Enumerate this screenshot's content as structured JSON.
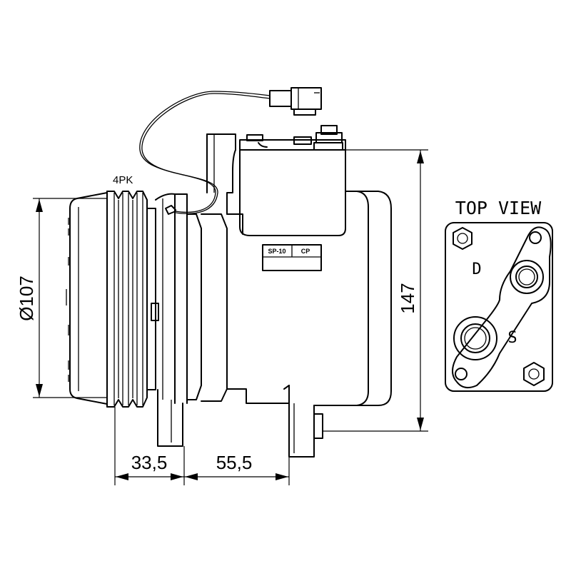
{
  "drawing": {
    "pulley_label": "4PK",
    "nameplate": {
      "model": "SP-10",
      "type": "CP"
    },
    "top_view": {
      "title": "TOP VIEW",
      "discharge_label": "D",
      "suction_label": "S"
    },
    "dimensions": {
      "pulley_diameter": "Ø107",
      "height": "147",
      "pulley_offset": "33,5",
      "mount_spacing": "55,5"
    }
  }
}
